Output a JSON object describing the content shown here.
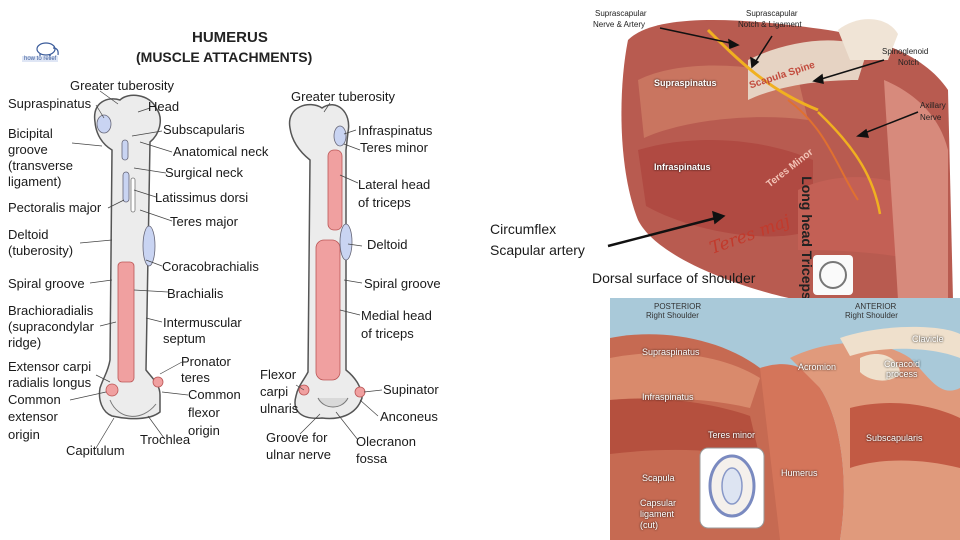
{
  "logo": {
    "text": "how to relief"
  },
  "humerus": {
    "title": "HUMERUS",
    "subtitle": "(MUSCLE ATTACHMENTS)",
    "anterior_labels": {
      "greater_tuberosity": "Greater tuberosity",
      "supraspinatus": "Supraspinatus",
      "head": "Head",
      "subscapularis": "Subscapularis",
      "bicipital_groove": [
        "Bicipital",
        "groove",
        "(transverse",
        "ligament)"
      ],
      "anatomical_neck": "Anatomical neck",
      "surgical_neck": "Surgical neck",
      "latissimus_dorsi": "Latissimus dorsi",
      "pectoralis_major": "Pectoralis major",
      "teres_major": "Teres major",
      "deltoid": [
        "Deltoid",
        "(tuberosity)"
      ],
      "coracobrachialis": "Coracobrachialis",
      "spiral_groove": "Spiral groove",
      "brachialis": "Brachialis",
      "brachioradialis": [
        "Brachioradialis",
        "(supracondylar",
        "ridge)"
      ],
      "intermuscular_septum": [
        "Intermuscular",
        "septum"
      ],
      "extensor_carpi": [
        "Extensor carpi",
        "radialis longus"
      ],
      "pronator_teres": [
        "Pronator",
        "teres"
      ],
      "common_extensor": [
        "Common",
        "extensor",
        "origin"
      ],
      "common_flexor": [
        "Common",
        "flexor",
        "origin"
      ],
      "trochlea": "Trochlea",
      "capitulum": "Capitulum"
    },
    "posterior_labels": {
      "greater_tuberosity": "Greater tuberosity",
      "infraspinatus": "Infraspinatus",
      "teres_minor": "Teres minor",
      "lateral_head": [
        "Lateral head",
        "of triceps"
      ],
      "deltoid": "Deltoid",
      "spiral_groove": "Spiral groove",
      "medial_head": [
        "Medial head",
        "of triceps"
      ],
      "flexor_carpi": [
        "Flexor",
        "carpi",
        "ulnaris"
      ],
      "supinator": "Supinator",
      "anconeus": "Anconeus",
      "groove_ulnar": [
        "Groove for",
        "ulnar nerve"
      ],
      "olecranon": [
        "Olecranon",
        "fossa"
      ]
    }
  },
  "shoulder_dorsal": {
    "suprascapular_nerve": [
      "Suprascapular",
      "Nerve & Artery"
    ],
    "suprascapular_notch": [
      "Suprascapular",
      "Notch & Ligament"
    ],
    "spinoglenoid": [
      "Spinoglenoid",
      "Notch"
    ],
    "axillary": [
      "Axillary",
      "Nerve"
    ],
    "supraspinatus": "Supraspinatus",
    "scapula_spine": "Scapula Spine",
    "infraspinatus": "Infraspinatus",
    "teres_minor": "Teres Minor",
    "teres_major": "Teres maj",
    "long_head": "Long head Triceps",
    "circumflex": [
      "Circumflex",
      "Scapular artery"
    ],
    "caption": "Dorsal surface of shoulder"
  },
  "shoulder_views": {
    "posterior": [
      "POSTERIOR",
      "Right Shoulder"
    ],
    "anterior": [
      "ANTERIOR",
      "Right Shoulder"
    ],
    "labels": {
      "supraspinatus": "Supraspinatus",
      "acromion": "Acromion",
      "clavicle": "Clavicle",
      "coracoid": [
        "Coracoid",
        "process"
      ],
      "infraspinatus": "Infraspinatus",
      "teres_minor": "Teres minor",
      "subscapularis": "Subscapularis",
      "humerus": "Humerus",
      "scapula": "Scapula",
      "capsular": [
        "Capsular",
        "ligament",
        "(cut)"
      ]
    }
  },
  "colors": {
    "muscle_pink": "#f08c8c",
    "attachment_blue": "#c9d4f2",
    "bone_gray": "#e8e8e8",
    "bg_blue": "#a9c9d9"
  }
}
